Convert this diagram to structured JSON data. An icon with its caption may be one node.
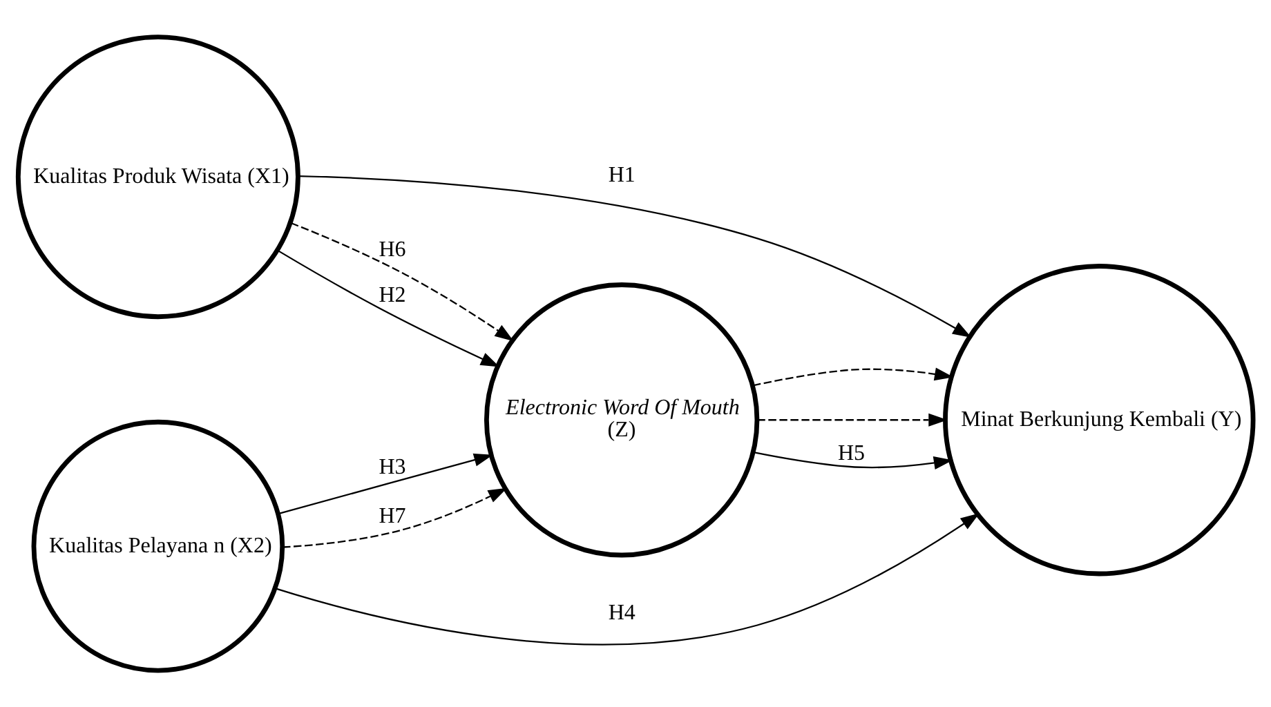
{
  "diagram": {
    "nodes": [
      {
        "text": [
          "Kualitas Produk Wisata (X1)"
        ]
      },
      {
        "text": [
          "Kualitas Pelayana n (X2)"
        ]
      },
      {
        "text": [
          "Electronic Word Of Mouth",
          "(Z)"
        ]
      },
      {
        "text": [
          "Minat Berkunjung Kembali (Y)"
        ]
      }
    ],
    "edges": [
      {
        "from": 0,
        "to": 3,
        "arrow": "to",
        "label": "H1"
      },
      {
        "from": 0,
        "to": 2,
        "arrow": "to",
        "label": "H6",
        "style": "dashed"
      },
      {
        "from": 0,
        "to": 2,
        "arrow": "to",
        "label": "H2"
      },
      {
        "from": 1,
        "to": 2,
        "arrow": "to",
        "label": "H3"
      },
      {
        "from": 1,
        "to": 2,
        "arrow": "to",
        "label": "H7",
        "style": "dashed"
      },
      {
        "from": 2,
        "to": 3,
        "arrow": "to",
        "style": "dashed"
      },
      {
        "from": 2,
        "to": 3,
        "arrow": "to",
        "label": "H5"
      },
      {
        "from": 2,
        "to": 3,
        "arrow": "to",
        "style": "dashed"
      },
      {
        "from": 1,
        "to": 3,
        "arrow": "to",
        "label": "H4"
      }
    ]
  }
}
